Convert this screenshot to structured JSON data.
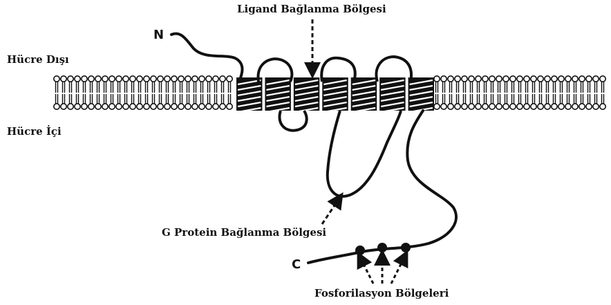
{
  "labels": {
    "outside": "Hücre Dışı",
    "inside": "Hücre İçi",
    "ligand_site": "Ligand Bağlanma Bölgesi",
    "gprotein_site": "G Protein Bağlanma Bölgesi",
    "phospho_sites": "Fosforilasyon Bölgeleri",
    "n_terminus": "N",
    "c_terminus": "C"
  },
  "colors": {
    "ink": "#111111",
    "membrane_head_fill": "#ffffff",
    "background": "#ffffff"
  },
  "transmembrane_helices": 7,
  "phosphorylation_site_count": 3
}
